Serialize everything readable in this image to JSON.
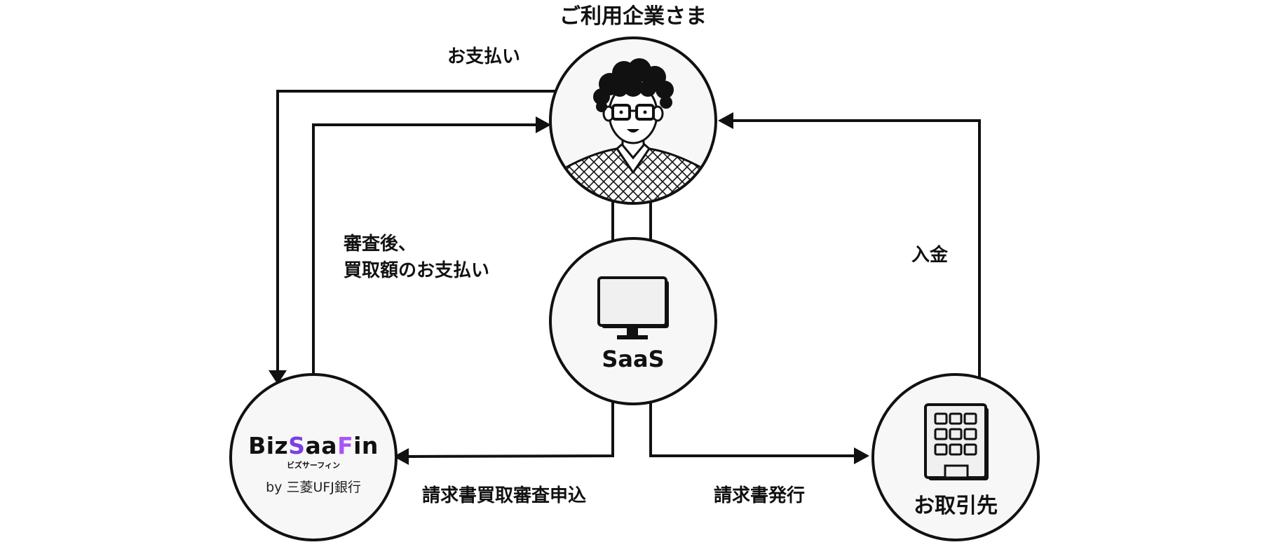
{
  "nodes": {
    "user": {
      "title": "ご利用企業さま"
    },
    "saas": {
      "label": "SaaS"
    },
    "bizsaafin": {
      "logo": {
        "part1": "Biz",
        "part2": "S",
        "part3": "aa",
        "part4": "F",
        "part5": "in"
      },
      "logo_kana": "ビズサーフィン",
      "byline": "by 三菱UFJ銀行"
    },
    "partner": {
      "label": "お取引先"
    }
  },
  "edges": {
    "payment": "お支払い",
    "after_review_line1": "審査後、",
    "after_review_line2": "買取額のお支払い",
    "deposit": "入金",
    "purchase_request": "請求書買取審査申込",
    "invoice_issue": "請求書発行"
  },
  "colors": {
    "stroke": "#111111",
    "circle_fill": "#f7f7f7",
    "logo_purple": "#7b3fe4",
    "logo_violet": "#a855f7"
  }
}
